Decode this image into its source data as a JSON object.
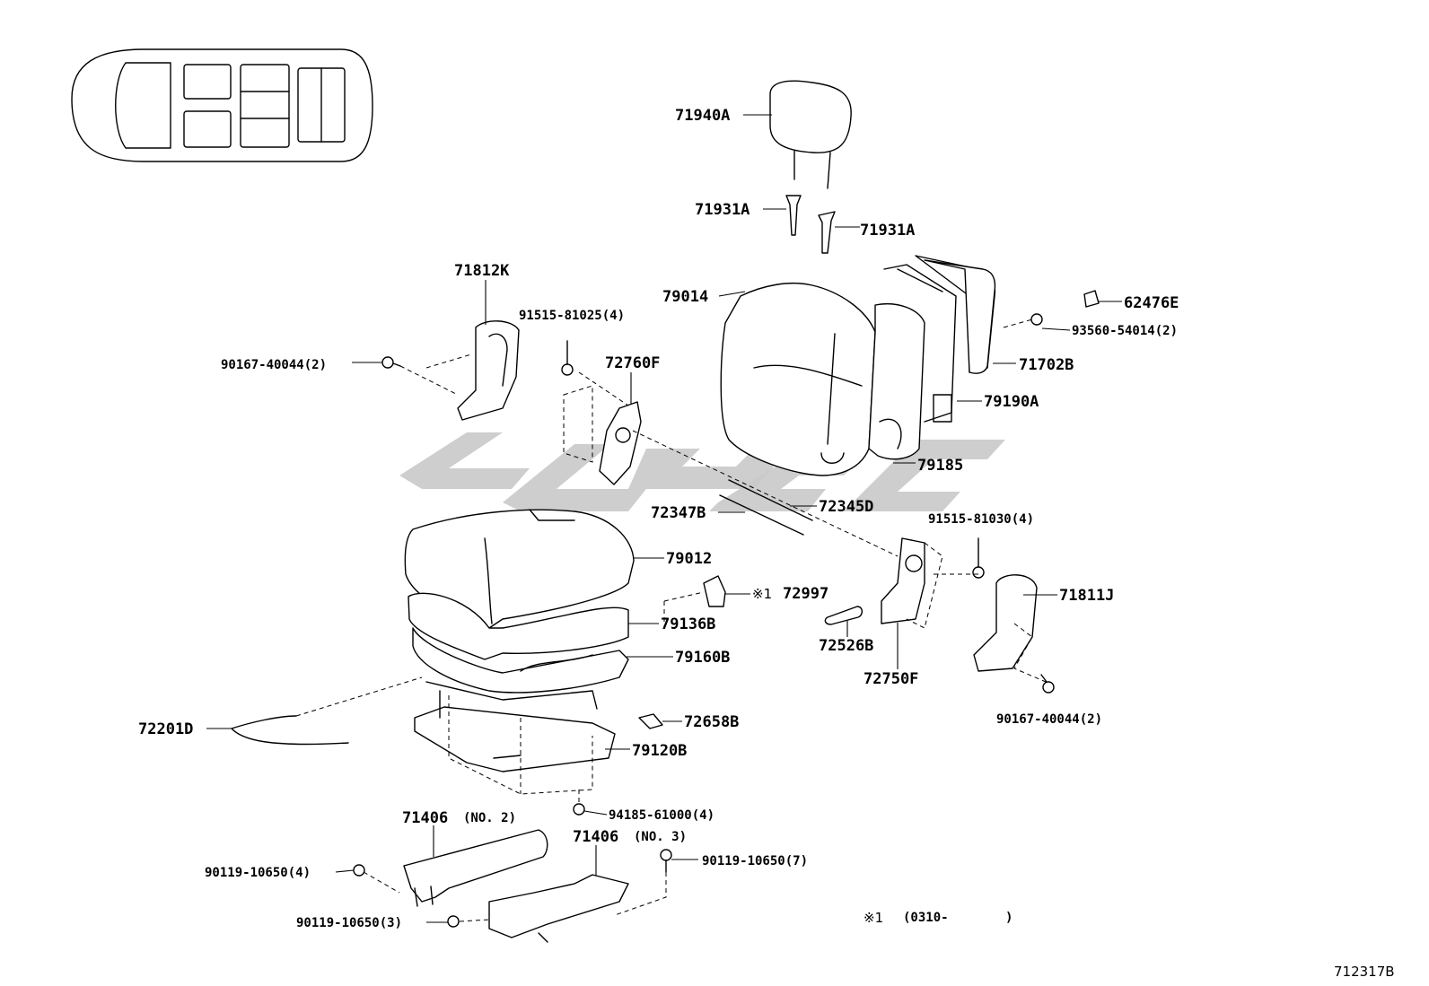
{
  "diagram": {
    "parts": {
      "p71940A": "71940A",
      "p71931A_left": "71931A",
      "p71931A_right": "71931A",
      "p71812K": "71812K",
      "p79014": "79014",
      "p62476E": "62476E",
      "p93560_54014": "93560-54014(2)",
      "p91515_81025": "91515-81025(4)",
      "p71702B": "71702B",
      "p72760F": "72760F",
      "p90167_40044_left": "90167-40044(2)",
      "p79190A": "79190A",
      "p79185": "79185",
      "p72345D": "72345D",
      "p72347B": "72347B",
      "p91515_81030": "91515-81030(4)",
      "p79012": "79012",
      "p72997_mark": "※1",
      "p72997": "72997",
      "p71811J": "71811J",
      "p79136B": "79136B",
      "p72526B": "72526B",
      "p79160B": "79160B",
      "p72750F": "72750F",
      "p72201D": "72201D",
      "p72658B": "72658B",
      "p90167_40044_right": "90167-40044(2)",
      "p79120B": "79120B",
      "p94185_61000": "94185-61000(4)",
      "p71406_no2": "71406",
      "p71406_no2_sub": "(NO. 2)",
      "p71406_no3": "71406",
      "p71406_no3_sub": "(NO. 3)",
      "p90119_10650_7": "90119-10650(7)",
      "p90119_10650_4": "90119-10650(4)",
      "p90119_10650_3": "90119-10650(3)"
    },
    "note": {
      "mark": "※1",
      "text": "(0310-",
      "close": ")"
    },
    "figure_id": "712317B"
  }
}
